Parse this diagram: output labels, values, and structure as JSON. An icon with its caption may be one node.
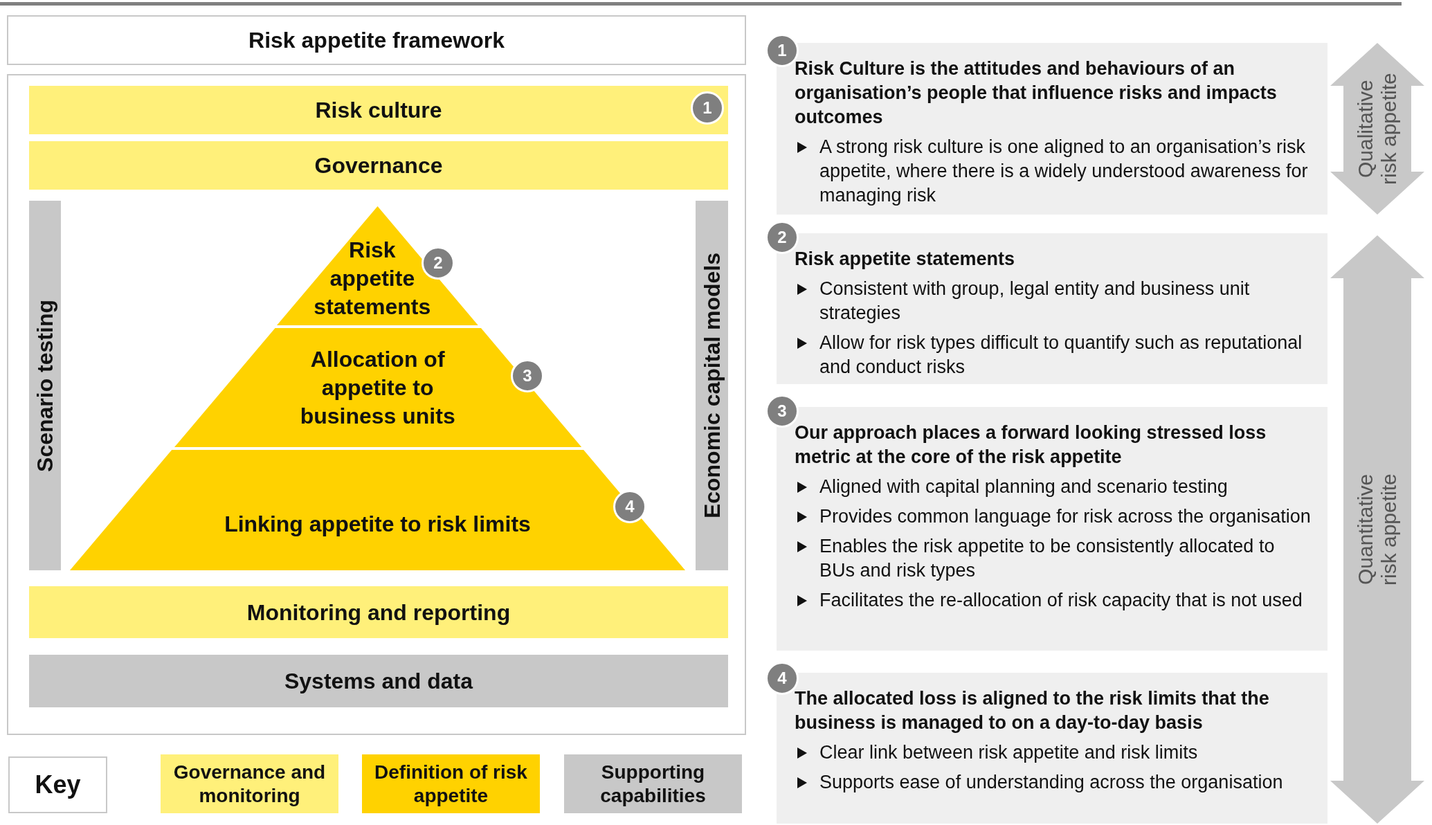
{
  "diagram": {
    "title": "Risk appetite framework",
    "nodes": [
      {
        "text": [],
        "shape": "box"
      },
      {
        "text": [
          "Risk culture"
        ],
        "in": 0
      },
      {
        "text": [
          "1"
        ],
        "in": 1
      },
      {
        "text": [
          "Governance"
        ],
        "in": 0
      },
      {
        "text": [
          "Scenario testing"
        ],
        "in": 0
      },
      {
        "text": [
          "Risk appetite statements"
        ],
        "in": 0
      },
      {
        "text": [
          "2"
        ],
        "in": 0
      },
      {
        "text": [
          "Allocation of appetite to business units"
        ],
        "in": 0
      },
      {
        "text": [
          "3"
        ],
        "in": 0
      },
      {
        "text": [
          "Linking appetite to risk limits"
        ],
        "in": 0
      },
      {
        "text": [
          "4"
        ],
        "in": 9
      },
      {
        "text": [
          "Economic capital models"
        ],
        "in": 0
      },
      {
        "text": [
          "Monitoring and reporting"
        ],
        "in": 0
      },
      {
        "text": [
          "Systems and data"
        ],
        "in": 0
      },
      {
        "text": [
          "Key"
        ]
      },
      {
        "text": [
          "1"
        ]
      },
      {
        "text": [
          "Risk Culture is the attitudes and behaviours of an organisation’s people that influence risks and impacts outcomes",
          "A strong risk culture is one aligned to an organisation’s risk appetite, where there is a widely understood awareness for managing risk"
        ]
      },
      {
        "text": [
          "Qualitative risk appetite"
        ]
      },
      {
        "text": [
          "2"
        ]
      },
      {
        "text": [
          "Risk appetite statements",
          "Consistent with group, legal entity and business unit strategies",
          "Allow for risk types difficult to quantify such as reputational and conduct risks"
        ]
      },
      {
        "text": [
          "Quantitative risk appetite"
        ]
      },
      {
        "text": [
          "3"
        ]
      },
      {
        "text": [
          "Our approach places a forward looking stressed loss metric at the core of the risk appetite",
          "Aligned with capital planning and scenario testing",
          "Provides common language for risk across the organisation",
          "Enables the risk appetite to be consistently allocated to BUs and risk types",
          "Facilitates the re-allocation of risk capacity that is not used"
        ]
      },
      {
        "text": [
          "4"
        ]
      },
      {
        "text": [
          "The allocated loss is aligned to the risk limits that the business is managed to on a day-to-day basis",
          "Clear link between risk appetite and risk limits",
          "Supports ease of understanding across the organisation"
        ]
      }
    ],
    "legend": [
      {
        "text": "Governance and monitoring",
        "color": "#fff07a"
      },
      {
        "text": "Definition of risk appetite",
        "color": "#ffd200"
      },
      {
        "text": "Supporting capabilities",
        "color": "#c8c8c8"
      }
    ]
  }
}
